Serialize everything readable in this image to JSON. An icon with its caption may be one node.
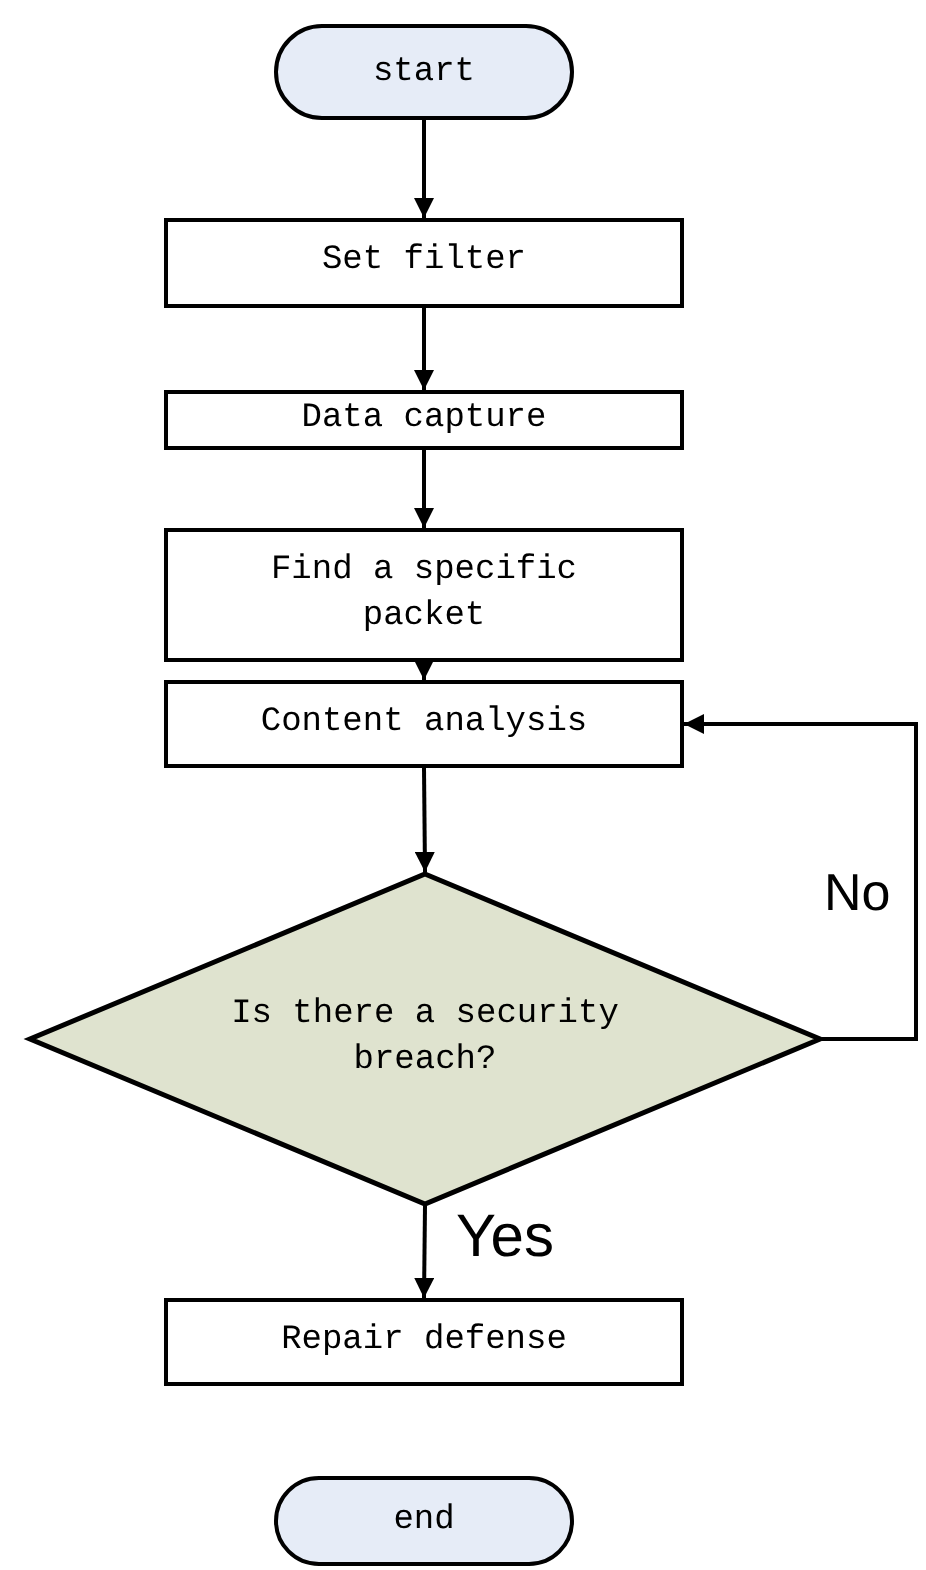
{
  "diagram": {
    "nodes": [
      {
        "text": [
          "start"
        ]
      },
      {
        "text": [
          "Set filter"
        ]
      },
      {
        "text": [
          "Data capture"
        ]
      },
      {
        "text": [
          "Find a specific packet"
        ]
      },
      {
        "text": [
          "Content analysis"
        ]
      },
      {
        "text": [
          "Is there a security breach?"
        ]
      },
      {
        "text": [
          "Repair defense"
        ]
      },
      {
        "text": [
          "end"
        ]
      }
    ],
    "edges": [
      {
        "from": 0,
        "to": 1,
        "arrow": "to"
      },
      {
        "from": 1,
        "to": 2,
        "arrow": "to"
      },
      {
        "from": 2,
        "to": 3,
        "arrow": "to"
      },
      {
        "from": 3,
        "to": 4,
        "arrow": "to"
      },
      {
        "from": 4,
        "to": 5,
        "arrow": "to"
      },
      {
        "from": 5,
        "to": 6,
        "arrow": "to",
        "label": "Yes"
      },
      {
        "from": 5,
        "to": 4,
        "arrow": "to",
        "label": "No"
      }
    ]
  }
}
